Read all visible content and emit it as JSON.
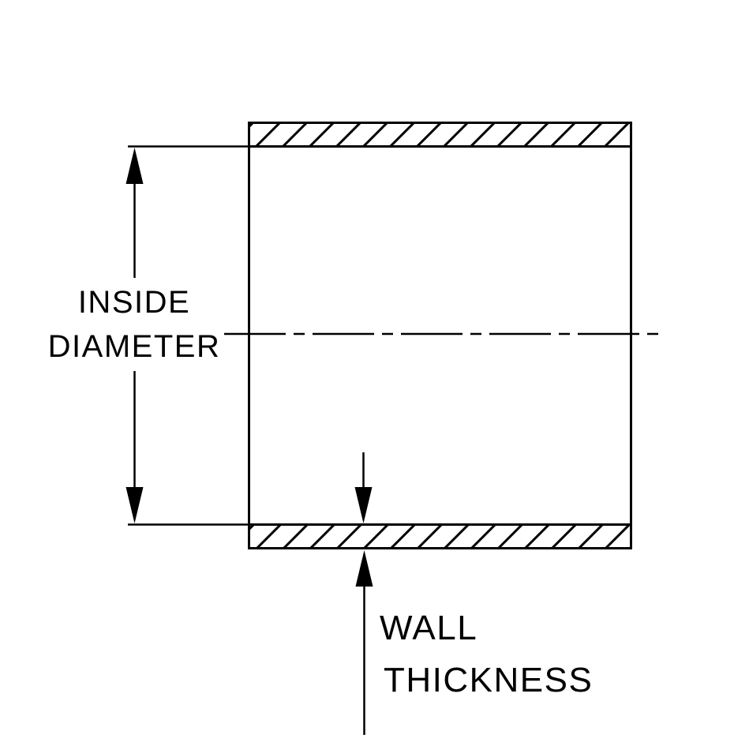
{
  "labels": {
    "inside_diameter": {
      "line1": "INSIDE",
      "line2": "DIAMETER"
    },
    "wall_thickness": {
      "line1": "WALL",
      "line2": "THICKNESS"
    }
  },
  "colors": {
    "line": "#000000",
    "background": "#ffffff"
  }
}
